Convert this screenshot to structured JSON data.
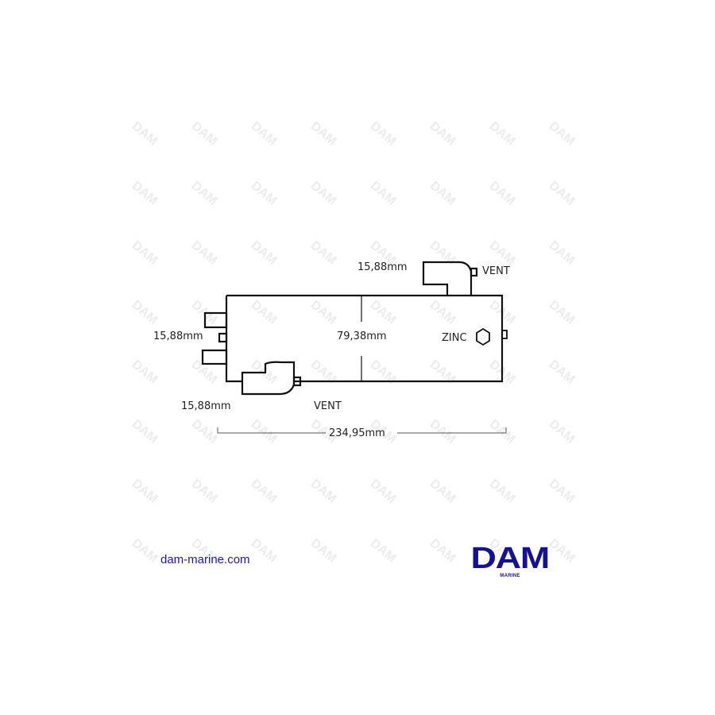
{
  "watermark": {
    "text": "DAM",
    "color": "#ececec"
  },
  "diagram": {
    "stroke_color": "#111111",
    "labels": {
      "top_dimension": "15,88mm",
      "top_vent": "VENT",
      "left_dimension": "15,88mm",
      "center_dimension": "79,38mm",
      "zinc": "ZINC",
      "bottom_left_dimension": "15,88mm",
      "bottom_vent": "VENT",
      "overall_length": "234,95mm"
    }
  },
  "footer": {
    "website": "dam-marine.com",
    "logo": {
      "main": "DAM",
      "sub": "MARINE",
      "color": "#14128f"
    }
  }
}
